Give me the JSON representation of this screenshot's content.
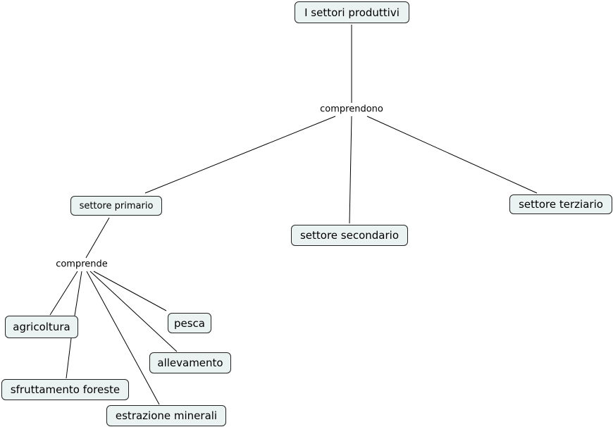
{
  "concepts": {
    "root": "I settori produttivi",
    "primario": "settore primario",
    "secondario": "settore secondario",
    "terziario": "settore terziario",
    "agricoltura": "agricoltura",
    "pesca": "pesca",
    "allevamento": "allevamento",
    "foreste": "sfruttamento foreste",
    "minerali": "estrazione minerali"
  },
  "linking_phrases": {
    "comprendono": "comprendono",
    "comprende": "comprende"
  },
  "colors": {
    "node_fill": "#ebf2f2",
    "node_border": "#222222",
    "line": "#000000"
  }
}
